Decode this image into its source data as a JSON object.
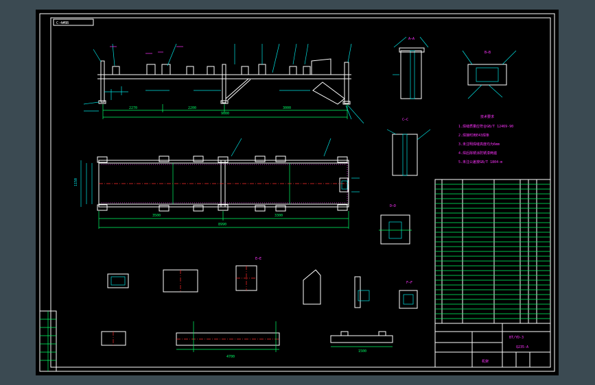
{
  "drawing": {
    "code_box": "C-4#BB",
    "drawing_number": "BT/YD-3",
    "tech_requirements_title": "技术要求",
    "tech_requirements_lines": [
      "1.焊缝质量应符合GB/T 12469-90",
      "2.焊接时用E43焊条",
      "3.未注明焊缝高度均为6mm",
      "4.焊后除锈涂防锈漆两遍",
      "5.未注公差按GB/T 1804-m"
    ],
    "section_labels": {
      "a": "A—A",
      "b": "B—B",
      "c": "C—C",
      "d": "D—D",
      "e": "E—E",
      "f": "F—F"
    },
    "dims": {
      "front_total": "9000",
      "front_seg1": "2270",
      "front_seg2": "2200",
      "front_seg3": "3000",
      "plan_total": "8990",
      "plan_left": "3500",
      "plan_right": "3300",
      "plan_width": "1150",
      "detail_len": "4700",
      "detail_len2": "1500"
    },
    "title_block": {
      "sheet_name": "机架",
      "material": "Q235-A"
    }
  }
}
